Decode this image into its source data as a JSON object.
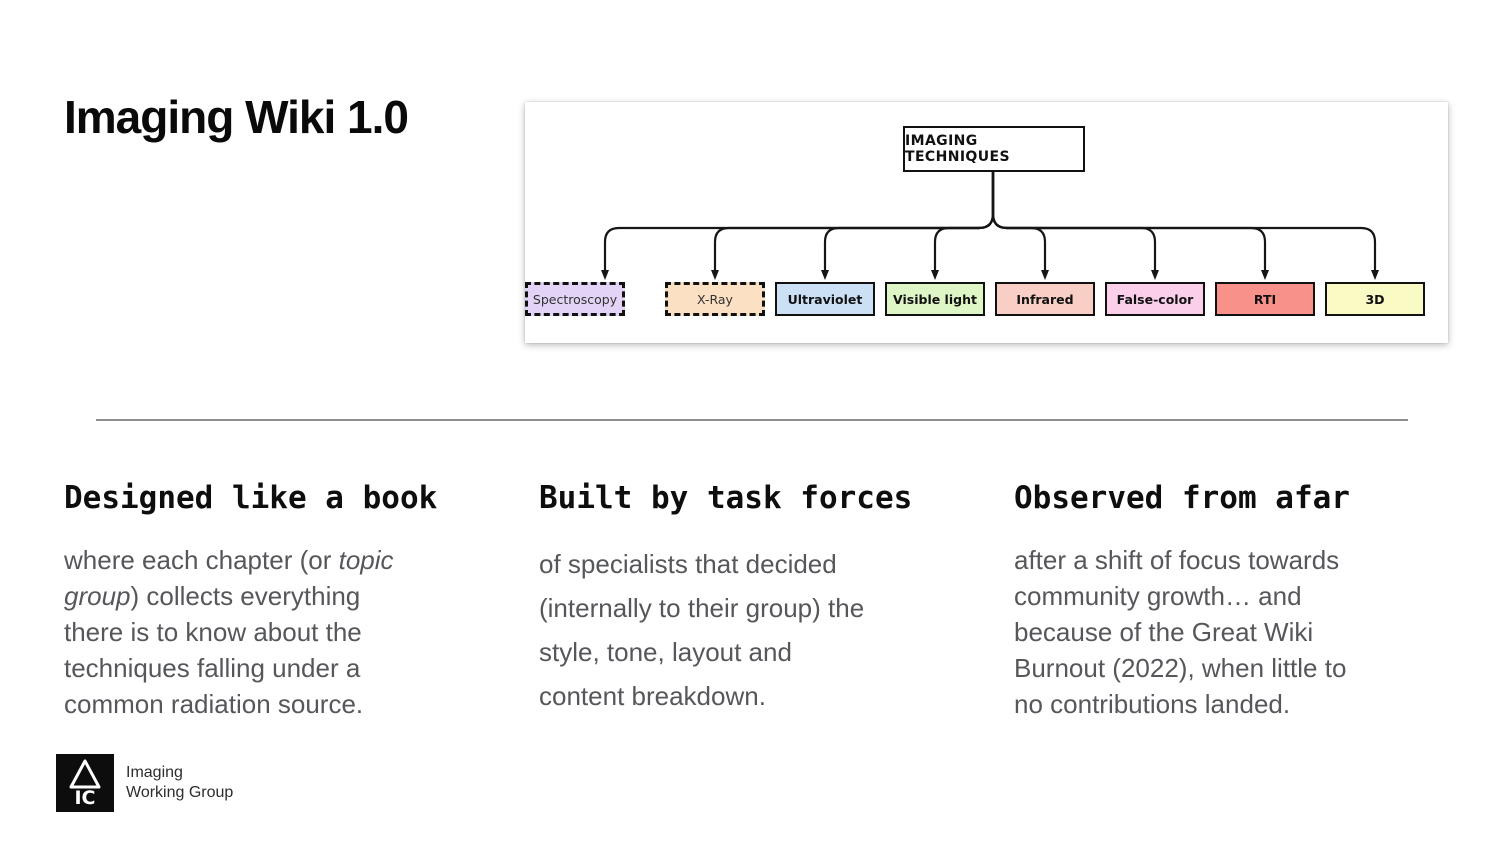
{
  "page": {
    "title": "Imaging Wiki 1.0"
  },
  "diagram": {
    "root_label": "IMAGING TECHNIQUES",
    "nodes": [
      {
        "label": "X-Ray",
        "color": "#fbe0c3",
        "dashed": true
      },
      {
        "label": "Ultraviolet",
        "color": "#cce0f5",
        "dashed": false
      },
      {
        "label": "Visible light",
        "color": "#def5c6",
        "dashed": false
      },
      {
        "label": "Infrared",
        "color": "#f9cfc5",
        "dashed": false
      },
      {
        "label": "False-color",
        "color": "#fbcfe9",
        "dashed": false
      },
      {
        "label": "RTI",
        "color": "#f8918a",
        "dashed": false
      },
      {
        "label": "3D",
        "color": "#fafac5",
        "dashed": false
      },
      {
        "label": "Spectroscopy",
        "color": "#e3d3f7",
        "dashed": true
      }
    ]
  },
  "columns": [
    {
      "heading": "Designed like a book",
      "lines": [
        [
          {
            "t": "where each chapter (or "
          },
          {
            "t": "topic",
            "i": true
          }
        ],
        [
          {
            "t": "group",
            "i": true
          },
          {
            "t": ") collects everything"
          }
        ],
        [
          {
            "t": "there is to know about the"
          }
        ],
        [
          {
            "t": "techniques falling under a"
          }
        ],
        [
          {
            "t": "common radiation source."
          }
        ]
      ]
    },
    {
      "heading": "Built by task forces",
      "lines": [
        [
          {
            "t": "of specialists that decided"
          }
        ],
        [
          {
            "t": "(internally to their group) the"
          }
        ],
        [
          {
            "t": "style, tone, layout and"
          }
        ],
        [
          {
            "t": "content breakdown."
          }
        ]
      ]
    },
    {
      "heading": "Observed from afar",
      "lines": [
        [
          {
            "t": "after a shift of focus towards"
          }
        ],
        [
          {
            "t": "community growth… and"
          }
        ],
        [
          {
            "t": "because of the Great Wiki"
          }
        ],
        [
          {
            "t": "Burnout (2022), when little to"
          }
        ],
        [
          {
            "t": "no contributions landed."
          }
        ]
      ]
    }
  ],
  "footer": {
    "logo_top": "A",
    "logo_bottom": "IC",
    "org_line1": "Imaging",
    "org_line2": "Working Group"
  }
}
